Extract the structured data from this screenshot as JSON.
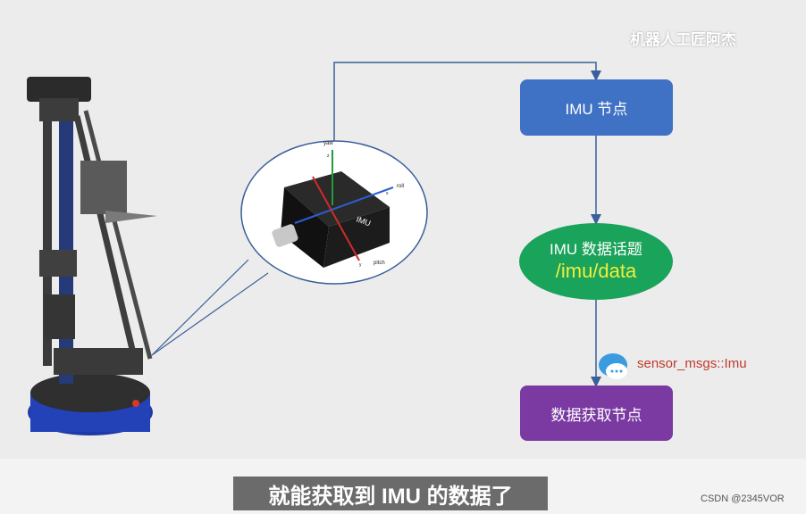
{
  "watermark": "机器人工匠阿杰",
  "nodes": {
    "imu_node": "IMU 节点",
    "topic_line1": "IMU 数据话题",
    "topic_line2": "/imu/data",
    "data_node": "数据获取节点"
  },
  "message_type": "sensor_msgs::Imu",
  "imu_closeup": {
    "chip_label": "IMU",
    "axes": [
      "yaw",
      "roll",
      "pitch",
      "z",
      "x",
      "y"
    ]
  },
  "subtitle": "就能获取到 IMU 的数据了",
  "csdn_credit": "CSDN @2345VOR",
  "colors": {
    "imu_node": "#3f72c4",
    "topic": "#1aa35a",
    "topic_path": "#f3ee3a",
    "data_node": "#7a3aa2",
    "arrow": "#3a5f9a",
    "message_type": "#c0392b"
  },
  "icons": [
    "chat-bubble-icon"
  ]
}
